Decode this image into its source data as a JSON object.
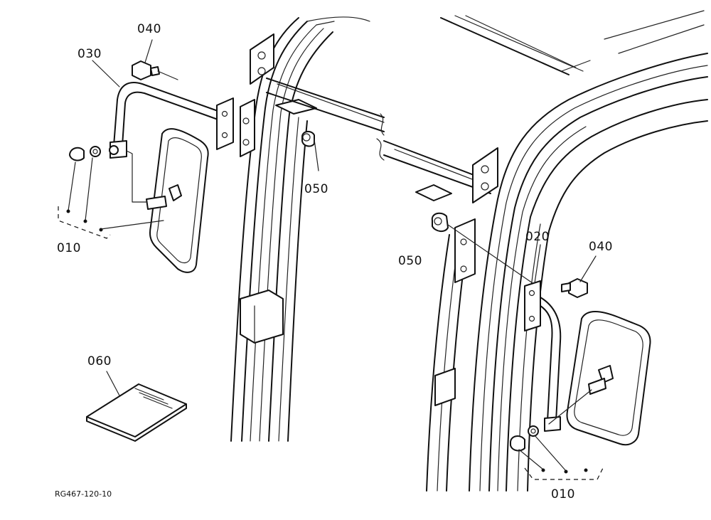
{
  "labels": {
    "p040_left": "040",
    "p030": "030",
    "p050_left": "050",
    "p010_left": "010",
    "p060": "060",
    "p050_right": "050",
    "p020": "020",
    "p040_right": "040",
    "p010_right": "010"
  },
  "drawing_code": "RG467-120-10"
}
